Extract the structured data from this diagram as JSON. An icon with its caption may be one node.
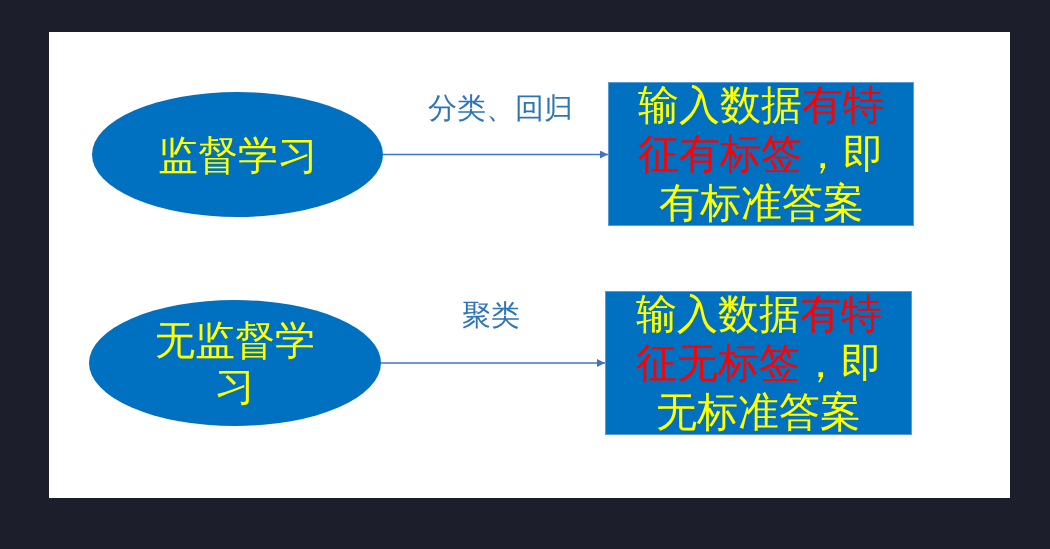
{
  "diagram": {
    "nodes": [
      {
        "text": [
          "监督学习"
        ]
      },
      {
        "text": [
          "输入数据**有特征有标签**，即有标准答案"
        ]
      },
      {
        "text": [
          "无监督学习"
        ]
      },
      {
        "text": [
          "输入数据**有特征无标签**，即无标准答案"
        ]
      }
    ],
    "edges": [
      {
        "from": 0,
        "to": 1,
        "arrow": "to",
        "label": "分类、回归"
      },
      {
        "from": 2,
        "to": 3,
        "arrow": "to",
        "label": "聚类"
      }
    ]
  }
}
